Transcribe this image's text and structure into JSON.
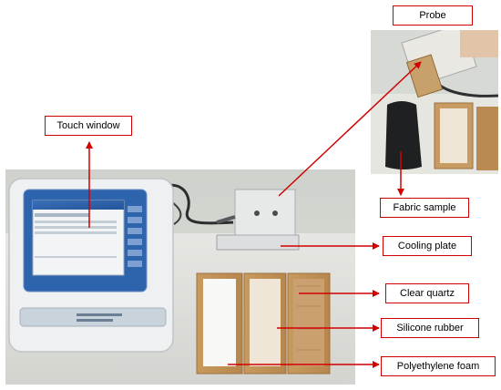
{
  "labels": {
    "probe": "Probe",
    "touch_window": "Touch window",
    "fabric_sample": "Fabric sample",
    "cooling_plate": "Cooling plate",
    "clear_quartz": "Clear quartz",
    "silicone_rubber": "Silicone rubber",
    "polyethylene_foam": "Polyethylene foam"
  },
  "colors": {
    "callout_border": "#d10000",
    "arrow": "#d10000",
    "background": "#ffffff"
  }
}
